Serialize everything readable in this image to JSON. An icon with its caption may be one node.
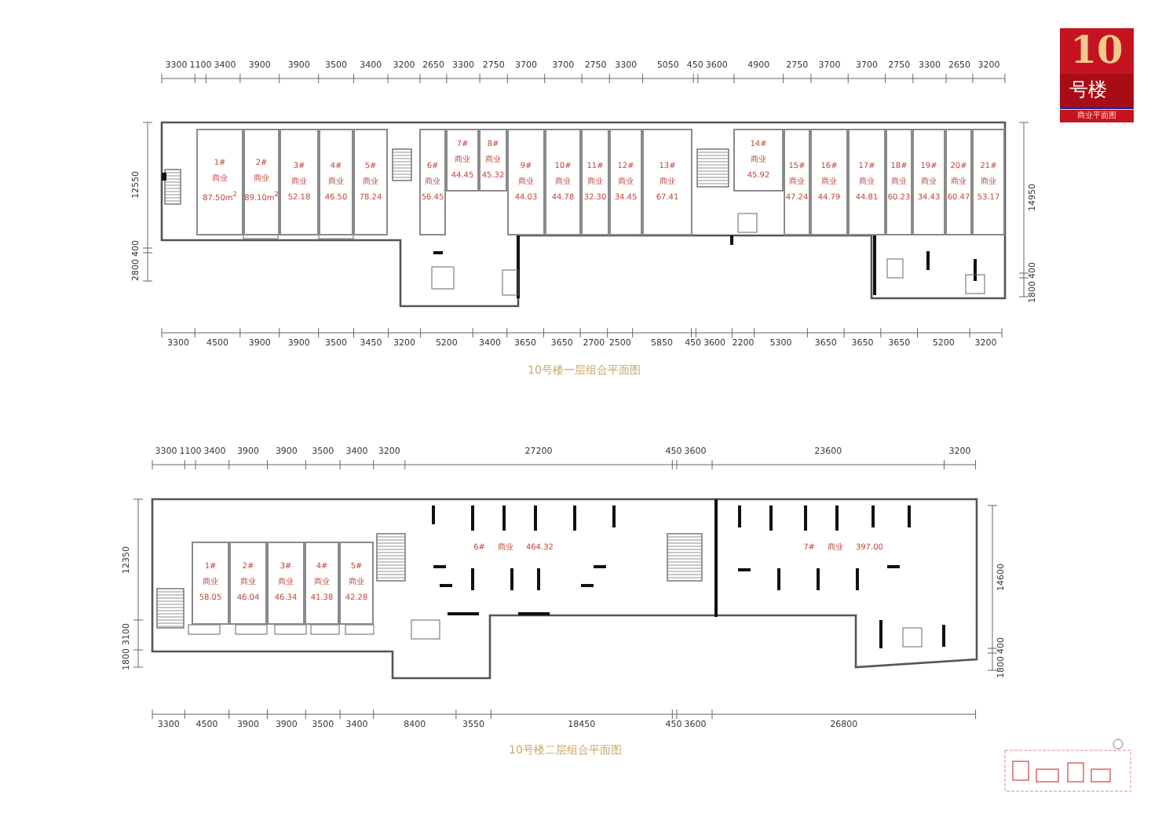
{
  "diagram": {
    "nodes": [
      {
        "text": [
          "1#",
          "商业",
          "87.50m$^{2}$"
        ]
      },
      {
        "text": [
          "2#",
          "商业",
          "89.10m$^{2}$"
        ]
      },
      {
        "text": [
          "3#",
          "商业",
          "52.18"
        ]
      },
      {
        "text": [
          "4#",
          "商业",
          "46.50"
        ]
      },
      {
        "text": [
          "5#",
          "商业",
          "78.24"
        ]
      },
      {
        "text": [
          "6#",
          "商业",
          "56.45"
        ]
      },
      {
        "text": [
          "7#",
          "商业",
          "44.45"
        ]
      },
      {
        "text": [
          "8#",
          "商业",
          "45.32"
        ]
      },
      {
        "text": [
          "9#",
          "商业",
          "44.03"
        ]
      },
      {
        "text": [
          "10#",
          "商业",
          "44.78"
        ]
      },
      {
        "text": [
          "11#",
          "商业",
          "32.30"
        ]
      },
      {
        "text": [
          "12#",
          "商业",
          "34.45"
        ]
      },
      {
        "text": [
          "13#",
          "商业",
          "67.41"
        ]
      },
      {
        "text": [
          "14#",
          "商业",
          "45.92"
        ]
      },
      {
        "text": [
          "15#",
          "商业",
          "47.24"
        ]
      },
      {
        "text": [
          "16#",
          "商业",
          "44.79"
        ]
      },
      {
        "text": [
          "17#",
          "商业",
          "44.81"
        ]
      },
      {
        "text": [
          "18#",
          "商业",
          "60.23"
        ]
      },
      {
        "text": [
          "19#",
          "商业",
          "34.43"
        ]
      },
      {
        "text": [
          "20#",
          "商业",
          "60.47"
        ]
      },
      {
        "text": [
          "21#",
          "商业",
          "53.17"
        ]
      },
      {
        "text": [
          "1#",
          "商业",
          "58.05"
        ]
      },
      {
        "text": [
          "2#",
          "商业",
          "46.04"
        ]
      },
      {
        "text": [
          "3#",
          "商业",
          "46.34"
        ]
      },
      {
        "text": [
          "4#",
          "商业",
          "41.38"
        ]
      },
      {
        "text": [
          "5#",
          "商业",
          "42.28"
        ]
      },
      {
        "text": [
          "6#",
          "商业",
          "464.32"
        ]
      },
      {
        "text": [
          "7#",
          "商业",
          "397.00"
        ]
      },
      {
        "text": [
          "10",
          "号楼"
        ]
      },
      {
        "text": [
          "商业平面图"
        ]
      }
    ],
    "labels": [
      "3300",
      "1100",
      "3400",
      "3900",
      "3900",
      "3500",
      "3400",
      "3200",
      "2650",
      "3300",
      "2750",
      "3700",
      "3700",
      "2750",
      "3300",
      "5050",
      "450",
      "3600",
      "4900",
      "2750",
      "3700",
      "3700",
      "2750",
      "3300",
      "2650",
      "3200",
      "12550",
      "400",
      "2800",
      "14950",
      "400",
      "1800",
      "3300",
      "4500",
      "3900",
      "3900",
      "3500",
      "3450",
      "3200",
      "5200",
      "3400",
      "3650",
      "3650",
      "2700",
      "2500",
      "5850",
      "450",
      "3600",
      "2200",
      "5300",
      "3650",
      "3650",
      "3650",
      "5200",
      "3200",
      "10号楼一层组合平面图",
      "3300",
      "1100",
      "3400",
      "3900",
      "3900",
      "3500",
      "3400",
      "3200",
      "27200",
      "450",
      "3600",
      "23600",
      "3200",
      "12350",
      "3100",
      "1800",
      "14600",
      "400",
      "1800",
      "3300",
      "4500",
      "3900",
      "3900",
      "3500",
      "3400",
      "8400",
      "3550",
      "18450",
      "450",
      "3600",
      "26800",
      "10号楼二层组合平面图"
    ]
  }
}
